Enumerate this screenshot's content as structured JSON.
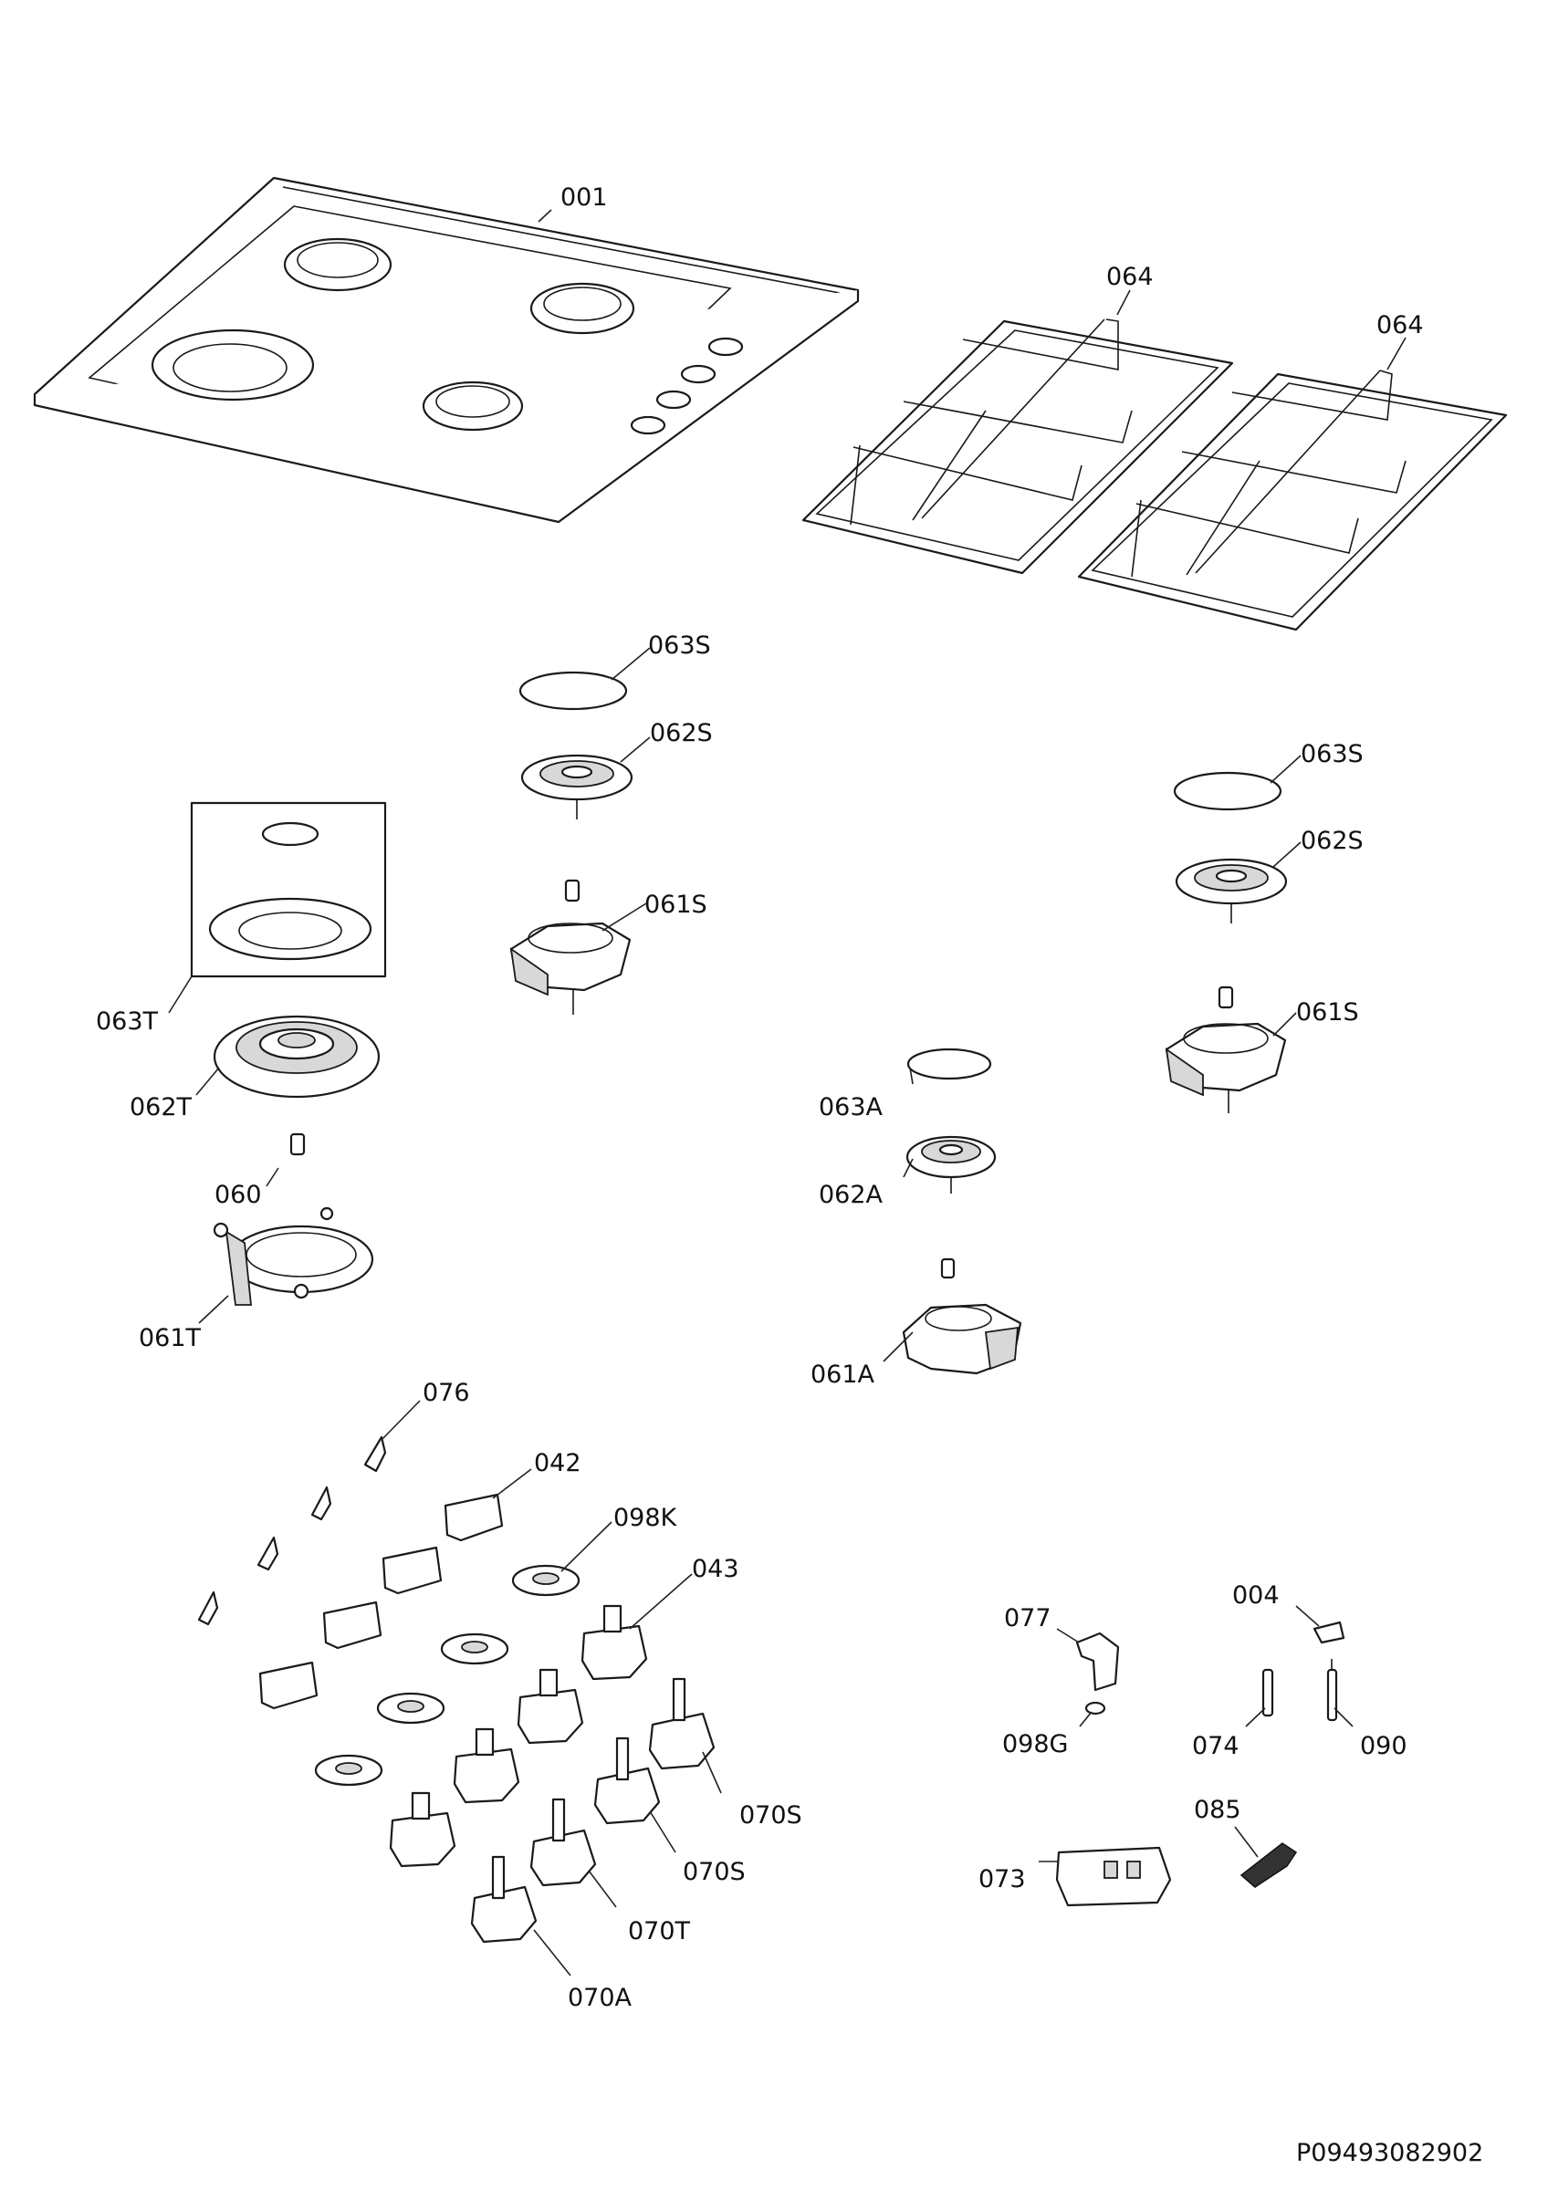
{
  "labels": {
    "l001": "001",
    "l064a": "064",
    "l064b": "064",
    "l063s_a": "063S",
    "l062s_a": "062S",
    "l061s_a": "061S",
    "l063s_b": "063S",
    "l062s_b": "062S",
    "l061s_b": "061S",
    "l063t": "063T",
    "l062t": "062T",
    "l060": "060",
    "l061t": "061T",
    "l063a": "063A",
    "l062a": "062A",
    "l061a": "061A",
    "l076": "076",
    "l042": "042",
    "l098k": "098K",
    "l043": "043",
    "l070s_a": "070S",
    "l070s_b": "070S",
    "l070t": "070T",
    "l070a": "070A",
    "l077": "077",
    "l098g": "098G",
    "l004": "004",
    "l074": "074",
    "l090": "090",
    "l085": "085",
    "l073": "073"
  },
  "drawing_code": "P09493082902"
}
